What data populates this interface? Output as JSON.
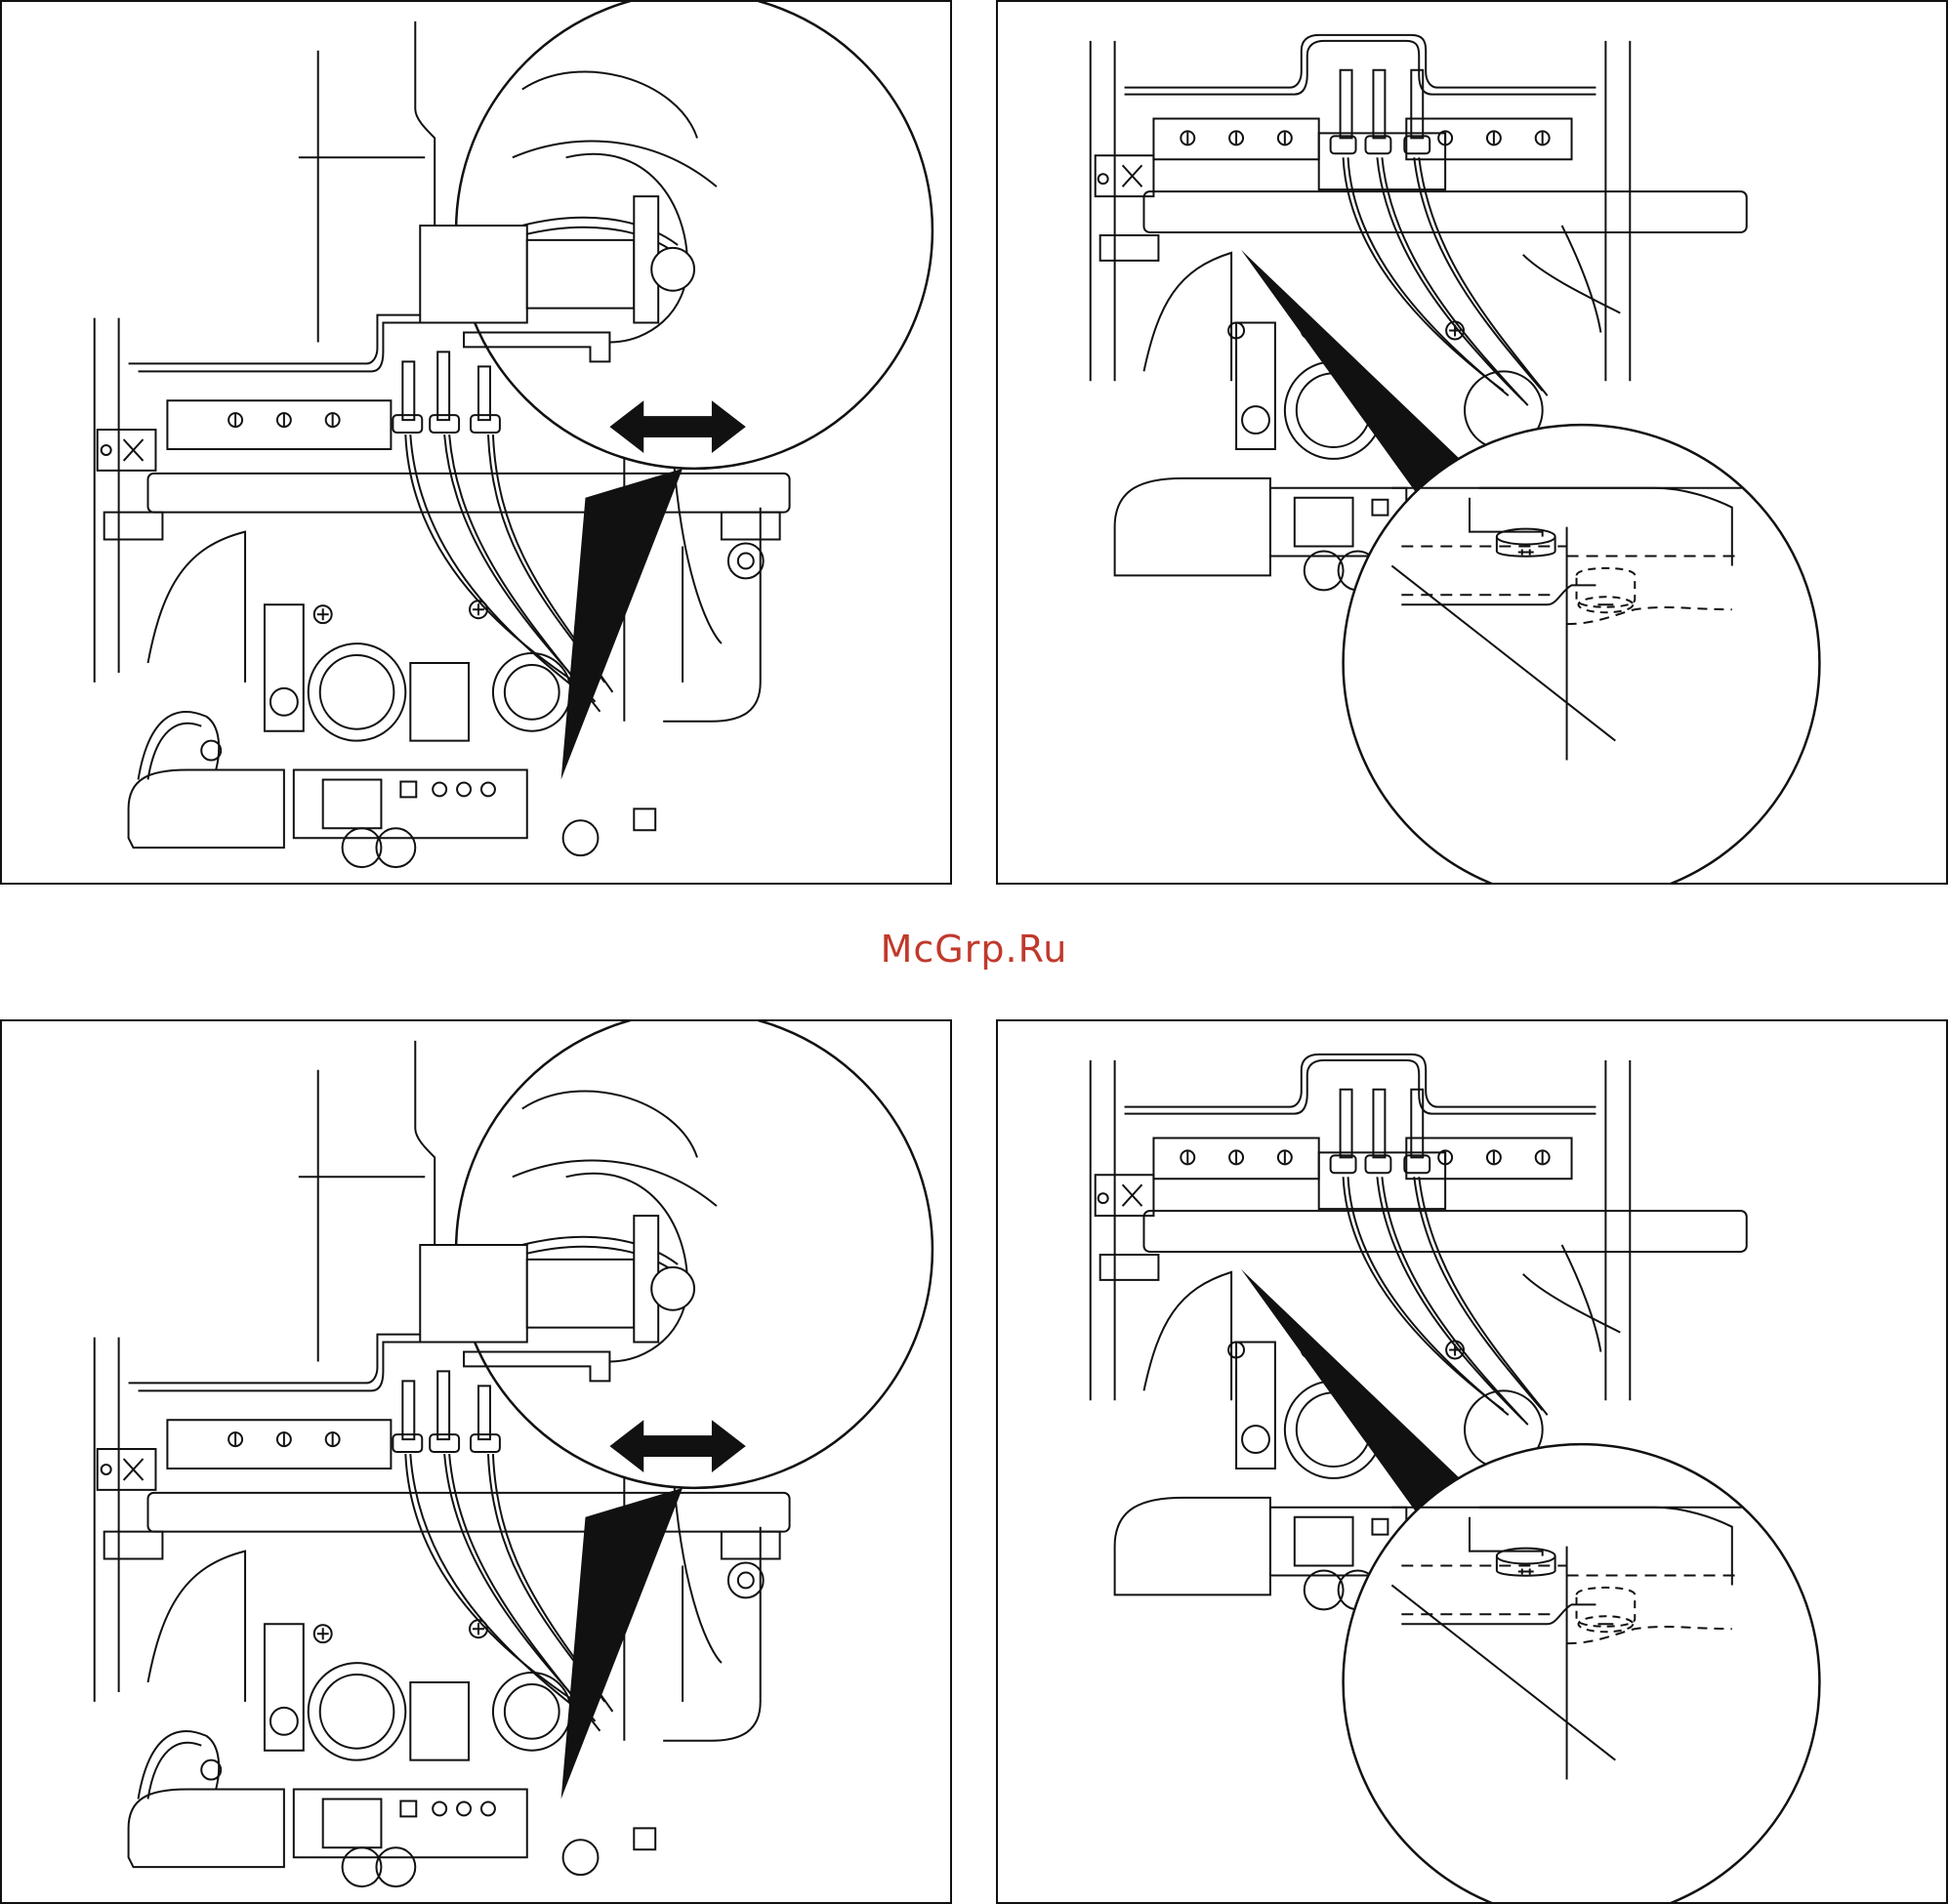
{
  "watermark": {
    "text": "McGrp.Ru",
    "color": "#c0392b"
  },
  "colors": {
    "line": "#111111",
    "background": "#ffffff"
  },
  "panels": [
    {
      "id": "step-1",
      "detail": "connector-detail",
      "arrow": "double-arrow-icon"
    },
    {
      "id": "step-2",
      "detail": "screw-detail"
    },
    {
      "id": "step-3",
      "detail": "connector-detail",
      "arrow": "double-arrow-icon"
    },
    {
      "id": "step-4",
      "detail": "screw-detail"
    }
  ]
}
